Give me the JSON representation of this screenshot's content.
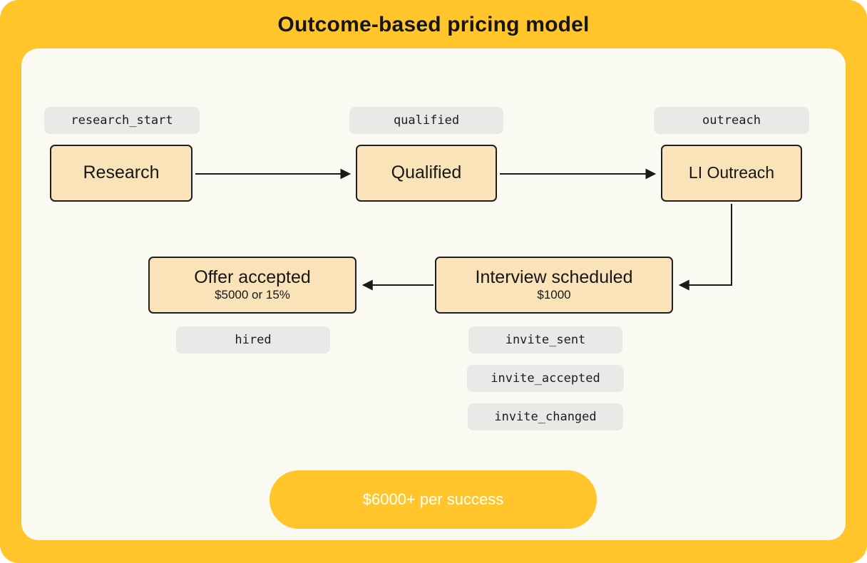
{
  "title": "Outcome-based pricing model",
  "flow": {
    "nodes": [
      {
        "id": "research",
        "label": "Research",
        "event": "research_start"
      },
      {
        "id": "qualified",
        "label": "Qualified",
        "event": "qualified"
      },
      {
        "id": "li-outreach",
        "label": "LI Outreach",
        "event": "outreach"
      },
      {
        "id": "interview-scheduled",
        "label": "Interview scheduled",
        "price": "$1000",
        "events": [
          "invite_sent",
          "invite_accepted",
          "invite_changed"
        ]
      },
      {
        "id": "offer-accepted",
        "label": "Offer accepted",
        "price": "$5000 or 15%",
        "events": [
          "hired"
        ]
      }
    ],
    "edges": [
      "Research -> Qualified",
      "Qualified -> LI Outreach",
      "LI Outreach -> Interview scheduled",
      "Interview scheduled -> Offer accepted"
    ]
  },
  "badge": {
    "label": "$6000+ per success"
  },
  "colors": {
    "background_yellow": "#FFC52A",
    "panel_cream": "#FAFAF2",
    "node_fill": "#FAE3B8",
    "node_border": "#1F1F1F",
    "event_pill_bg": "#E9E9E7",
    "arrow": "#1A1A1A",
    "badge_text": "#FFFFFF"
  }
}
